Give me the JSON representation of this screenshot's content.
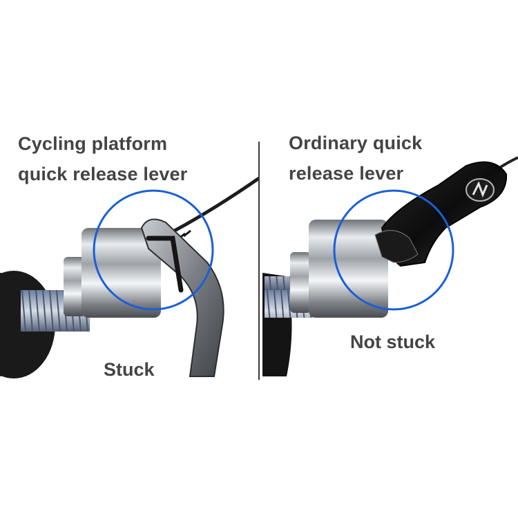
{
  "left_panel": {
    "title_line1": "Cycling platform",
    "title_line2": "quick release lever",
    "caption": "Stuck"
  },
  "right_panel": {
    "title_line1": "Ordinary quick",
    "title_line2": "release lever",
    "caption": "Not stuck"
  },
  "colors": {
    "circle": "#1a5fd6",
    "text": "#444444",
    "background": "#ffffff"
  }
}
